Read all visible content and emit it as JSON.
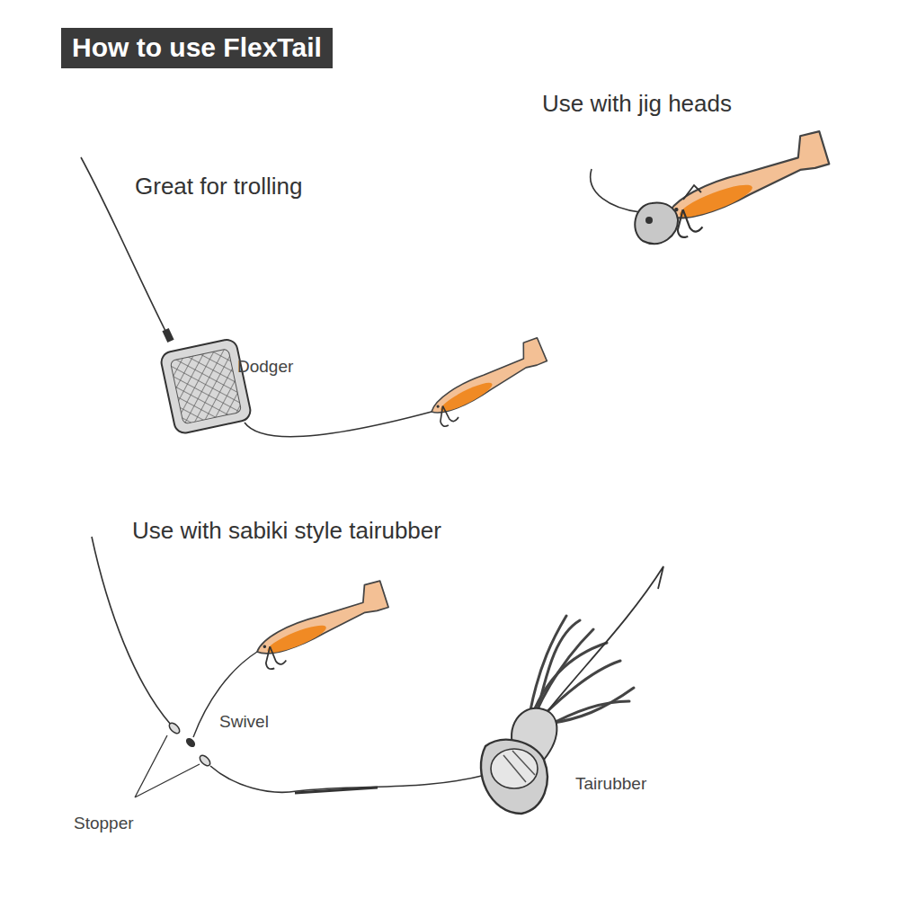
{
  "diagram": {
    "title": "How to use FlexTail",
    "labels": [
      "Use with jig heads",
      "Great for trolling",
      "Dodger",
      "Use with sabiki style tairubber",
      "Swivel",
      "Tairubber",
      "Stopper"
    ]
  }
}
